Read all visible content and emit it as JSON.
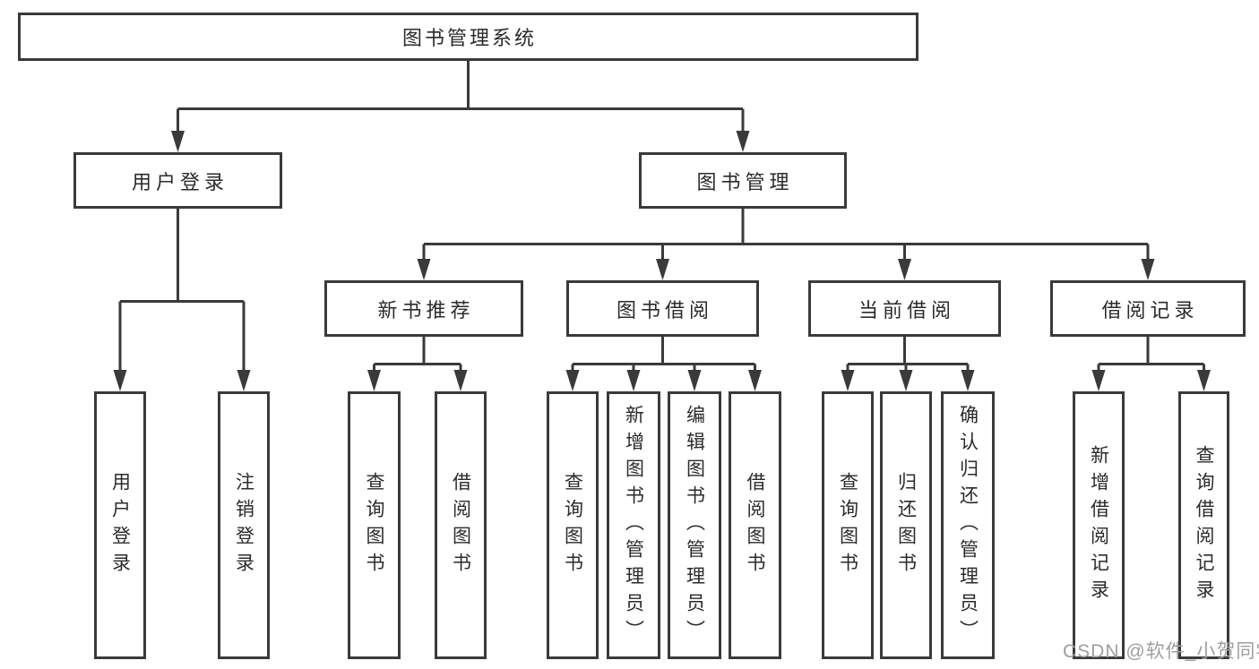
{
  "diagram": {
    "type": "hierarchy-tree",
    "colors": {
      "line": "#3a3a3a",
      "border": "#3a3a3a",
      "text": "#2b2b2b",
      "box_bg": "#ffffff",
      "watermark": "#9e9e9e",
      "background": "#ffffff"
    },
    "watermark": "CSDN @软件_小贺同学",
    "nodes": {
      "root": {
        "label": "图书管理系统"
      },
      "login": {
        "label": "用户登录"
      },
      "mgmt": {
        "label": "图书管理"
      },
      "rec": {
        "label": "新书推荐"
      },
      "borrow": {
        "label": "图书借阅"
      },
      "current": {
        "label": "当前借阅"
      },
      "records": {
        "label": "借阅记录"
      },
      "login_user": {
        "label": "用户登录"
      },
      "login_logout": {
        "label": "注销登录"
      },
      "rec_query": {
        "label": "查询图书"
      },
      "rec_borrow": {
        "label": "借阅图书"
      },
      "borrow_query": {
        "label": "查询图书"
      },
      "borrow_add": {
        "label": "新增图书（管理员）"
      },
      "borrow_edit": {
        "label": "编辑图书（管理员）"
      },
      "borrow_borrow": {
        "label": "借阅图书"
      },
      "current_query": {
        "label": "查询图书"
      },
      "current_return": {
        "label": "归还图书"
      },
      "current_confirm": {
        "label": "确认归还（管理员）"
      },
      "records_add": {
        "label": "新增借阅记录"
      },
      "records_query": {
        "label": "查询借阅记录"
      }
    },
    "edges": [
      [
        "root",
        "login"
      ],
      [
        "root",
        "mgmt"
      ],
      [
        "login",
        "login_user"
      ],
      [
        "login",
        "login_logout"
      ],
      [
        "mgmt",
        "rec"
      ],
      [
        "mgmt",
        "borrow"
      ],
      [
        "mgmt",
        "current"
      ],
      [
        "mgmt",
        "records"
      ],
      [
        "rec",
        "rec_query"
      ],
      [
        "rec",
        "rec_borrow"
      ],
      [
        "borrow",
        "borrow_query"
      ],
      [
        "borrow",
        "borrow_add"
      ],
      [
        "borrow",
        "borrow_edit"
      ],
      [
        "borrow",
        "borrow_borrow"
      ],
      [
        "current",
        "current_query"
      ],
      [
        "current",
        "current_return"
      ],
      [
        "current",
        "current_confirm"
      ],
      [
        "records",
        "records_add"
      ],
      [
        "records",
        "records_query"
      ]
    ]
  }
}
